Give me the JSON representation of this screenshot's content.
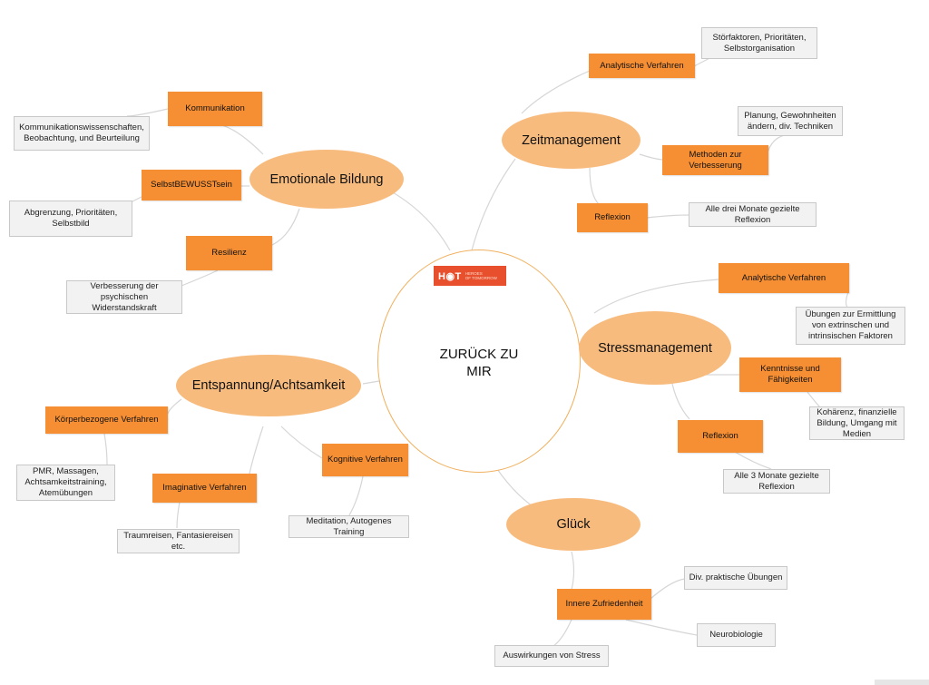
{
  "center": {
    "title_line1": "ZURÜCK ZU",
    "title_line2": "MIR",
    "logo_mark": "H◉T",
    "logo_text1": "HEROES",
    "logo_text2": "OF TOMORROW",
    "logo_color": "#e8502d"
  },
  "colors": {
    "branch": "#f8bb7e",
    "sub": "#f68f33",
    "note_bg": "#f2f2f2",
    "line": "#d6d6d6"
  },
  "zeitmanagement": {
    "title": "Zeitmanagement",
    "analytisch": "Analytische Verfahren",
    "analytisch_note1": "Störfaktoren, Prioritäten,",
    "analytisch_note2": "Selbstorganisation",
    "methoden1": "Methoden zur",
    "methoden2": "Verbesserung",
    "methoden_note1": "Planung, Gewohnheiten",
    "methoden_note2": "ändern, div. Techniken",
    "reflexion": "Reflexion",
    "reflexion_note1": "Alle drei Monate gezielte",
    "reflexion_note2": "Reflexion"
  },
  "stressmanagement": {
    "title": "Stressmanagement",
    "analytisch": "Analytische Verfahren",
    "analytisch_note1": "Übungen zur Ermittlung",
    "analytisch_note2": "von extrinschen und",
    "analytisch_note3": "intrinsischen Faktoren",
    "kenntnisse1": "Kenntnisse und",
    "kenntnisse2": "Fähigkeiten",
    "kenntnisse_note1": "Kohärenz, finanzielle",
    "kenntnisse_note2": "Bildung, Umgang mit",
    "kenntnisse_note3": "Medien",
    "reflexion": "Reflexion",
    "reflexion_note1": "Alle 3 Monate gezielte",
    "reflexion_note2": "Reflexion"
  },
  "glueck": {
    "title": "Glück",
    "zufriedenheit": "Innere Zufriedenheit",
    "note_uebungen": "Div. praktische Übungen",
    "note_neuro": "Neurobiologie",
    "note_stress": "Auswirkungen von Stress"
  },
  "emotionale": {
    "title": "Emotionale Bildung",
    "kommunikation": "Kommunikation",
    "kommunikation_note1": "Kommunikationswissenschaften,",
    "kommunikation_note2": "Beobachtung, und Beurteilung",
    "selbstbewusst": "SelbstBEWUSSTsein",
    "selbstbewusst_note1": "Abgrenzung, Prioritäten,",
    "selbstbewusst_note2": "Selbstbild",
    "resilienz": "Resilienz",
    "resilienz_note1": "Verbesserung der",
    "resilienz_note2": "psychischen",
    "resilienz_note3": "Widerstandskraft"
  },
  "entspannung": {
    "title": "Entspannung/Achtsamkeit",
    "koerper": "Körperbezogene Verfahren",
    "koerper_note1": "PMR, Massagen,",
    "koerper_note2": "Achtsamkeitstraining,",
    "koerper_note3": "Atemübungen",
    "imaginativ": "Imaginative Verfahren",
    "imaginativ_note1": "Traumreisen, Fantasiereisen",
    "imaginativ_note2": "etc.",
    "kognitiv": "Kognitive Verfahren",
    "kognitiv_note1": "Meditation, Autogenes",
    "kognitiv_note2": "Training"
  }
}
